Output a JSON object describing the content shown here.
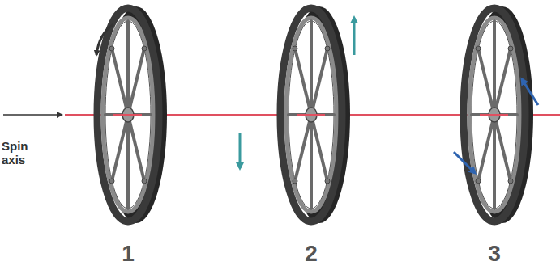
{
  "diagram": {
    "labels": [
      "Spin axis",
      "1",
      "2",
      "3"
    ]
  }
}
